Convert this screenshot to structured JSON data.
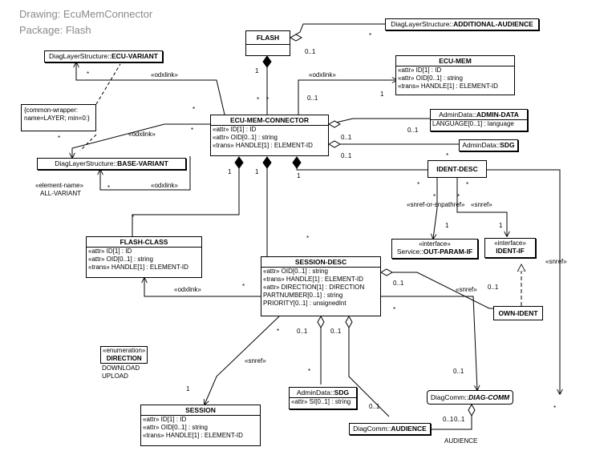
{
  "header": {
    "drawing": "Drawing: EcuMemConnector",
    "package": "Package: Flash"
  },
  "classes": {
    "flash": {
      "title": "FLASH"
    },
    "additional_audience": {
      "prefix": "DiagLayerStructure::",
      "name": "ADDITIONAL-AUDIENCE"
    },
    "ecu_variant": {
      "prefix": "DiagLayerStructure::",
      "name": "ECU-VARIANT"
    },
    "ecu_mem": {
      "title": "ECU-MEM",
      "attrs": [
        "«attr» ID[1] : ID",
        "«attr» OID[0..1] : string",
        "«trans» HANDLE[1] : ELEMENT-ID"
      ]
    },
    "ecu_mem_connector": {
      "title": "ECU-MEM-CONNECTOR",
      "attrs": [
        "«attr» ID[1] : ID",
        "«attr» OID[0..1] : string",
        "«trans» HANDLE[1] : ELEMENT-ID"
      ]
    },
    "admin_data_main": {
      "prefix": "AdminData::",
      "name": "ADMIN-DATA",
      "attrs": [
        "LANGUAGE[0..1] : language"
      ]
    },
    "sdg_top": {
      "prefix": "AdminData::",
      "name": "SDG"
    },
    "base_variant": {
      "prefix": "DiagLayerStructure::",
      "name": "BASE-VARIANT"
    },
    "ident_desc": {
      "title": "IDENT-DESC"
    },
    "out_param_if": {
      "stereotype": "«interface»",
      "prefix": "Service::",
      "name": "OUT-PARAM-IF"
    },
    "ident_if": {
      "stereotype": "«interface»",
      "name": "IDENT-IF"
    },
    "flash_class": {
      "title": "FLASH-CLASS",
      "attrs": [
        "«attr» ID[1] : ID",
        "«attr» OID[0..1] : string",
        "«trans» HANDLE[1] : ELEMENT-ID"
      ]
    },
    "session_desc": {
      "title": "SESSION-DESC",
      "attrs": [
        "«attr» OID[0..1] : string",
        "«trans» HANDLE[1] : ELEMENT-ID",
        "«attr» DIRECTION[1] : DIRECTION",
        "PARTNUMBER[0..1] : string",
        "PRIORITY[0..1] : unsignedInt"
      ]
    },
    "own_ident": {
      "title": "OWN-IDENT"
    },
    "direction": {
      "stereotype": "«enumeration»",
      "title": "DIRECTION",
      "attrs": [
        "DOWNLOAD",
        "UPLOAD"
      ]
    },
    "diag_comm": {
      "prefix": "DiagComm::",
      "name": "DIAG-COMM"
    },
    "session": {
      "title": "SESSION",
      "attrs": [
        "«attr» ID[1] : ID",
        "«attr» OID[0..1] : string",
        "«trans» HANDLE[1] : ELEMENT-ID"
      ]
    },
    "sdg_bottom": {
      "prefix": "AdminData::",
      "name": "SDG",
      "attrs": [
        "«attr» SI[0..1] : string"
      ]
    },
    "audience": {
      "prefix": "DiagComm::",
      "name": "AUDIENCE"
    }
  },
  "note": {
    "lines": [
      "{common-wrapper:",
      "name=LAYER; min=0:}"
    ]
  },
  "labels": {
    "odxlink": "«odxlink»",
    "snref": "«snref»",
    "snref_or_snpathref": "«snref-or-snpathref»",
    "element_name": "«element-name»",
    "all_variant": "ALL-VARIANT",
    "audience_role": "AUDIENCE",
    "star": "*",
    "one": "1",
    "zero_one": "0..1",
    "zero_one_pair": "0..1",
    "zero_one_b": "0..1"
  }
}
